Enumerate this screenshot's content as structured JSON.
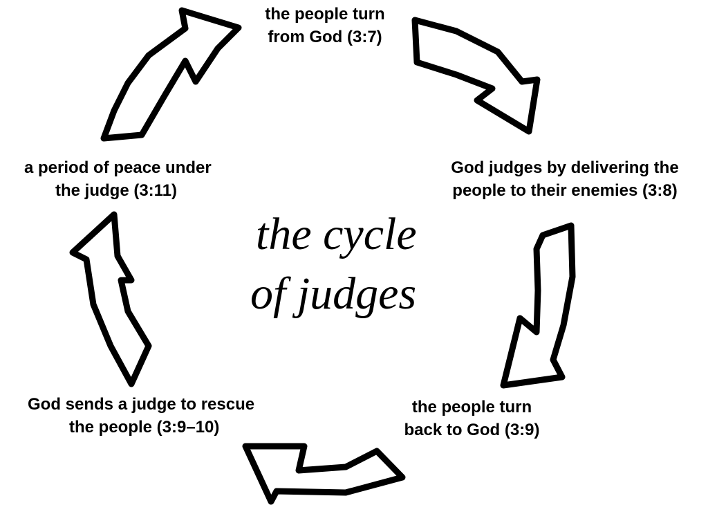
{
  "diagram": {
    "title": {
      "line1": "the cycle",
      "line2": "of judges"
    },
    "stages": [
      {
        "id": "turn-from-god",
        "line1": "the people turn",
        "line2": "from God (3:7)"
      },
      {
        "id": "delivered-to-enemies",
        "line1": "God judges by delivering the",
        "line2": "people to their enemies (3:8)"
      },
      {
        "id": "turn-back-to-god",
        "line1": "the people turn",
        "line2": "back to God (3:9)"
      },
      {
        "id": "judge-rescues",
        "line1": "God sends a judge to rescue",
        "line2": "the people (3:9–10)"
      },
      {
        "id": "period-of-peace",
        "line1": "a period of peace under",
        "line2": "the judge (3:11)"
      }
    ],
    "arrows": [
      {
        "from": "period-of-peace",
        "to": "turn-from-god",
        "icon": "curved-arrow-up-right"
      },
      {
        "from": "turn-from-god",
        "to": "delivered-to-enemies",
        "icon": "curved-arrow-down-right"
      },
      {
        "from": "delivered-to-enemies",
        "to": "turn-back-to-god",
        "icon": "curved-arrow-down"
      },
      {
        "from": "turn-back-to-god",
        "to": "judge-rescues",
        "icon": "curved-arrow-left"
      },
      {
        "from": "judge-rescues",
        "to": "period-of-peace",
        "icon": "curved-arrow-up"
      }
    ]
  }
}
